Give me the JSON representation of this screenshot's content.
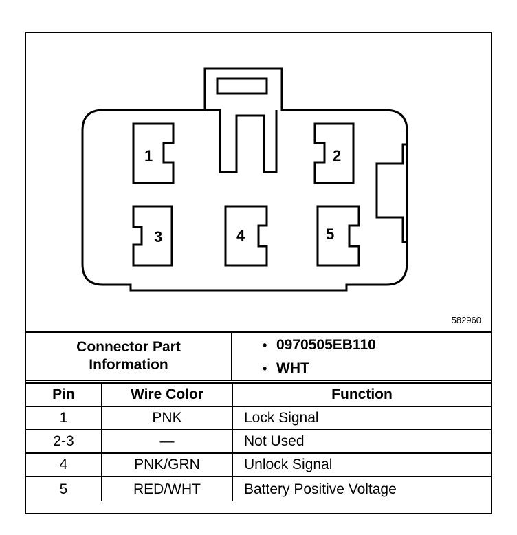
{
  "figure_id": "582960",
  "connector": {
    "pins": [
      "1",
      "2",
      "3",
      "4",
      "5"
    ]
  },
  "info": {
    "label_line1": "Connector Part",
    "label_line2": "Information",
    "items": [
      "0970505EB110",
      "WHT"
    ]
  },
  "table": {
    "headers": {
      "pin": "Pin",
      "wire_color": "Wire Color",
      "function": "Function"
    },
    "rows": [
      {
        "pin": "1",
        "wire_color": "PNK",
        "function": "Lock Signal"
      },
      {
        "pin": "2-3",
        "wire_color": "—",
        "function": "Not Used"
      },
      {
        "pin": "4",
        "wire_color": "PNK/GRN",
        "function": "Unlock Signal"
      },
      {
        "pin": "5",
        "wire_color": "RED/WHT",
        "function": "Battery Positive Voltage"
      }
    ]
  }
}
